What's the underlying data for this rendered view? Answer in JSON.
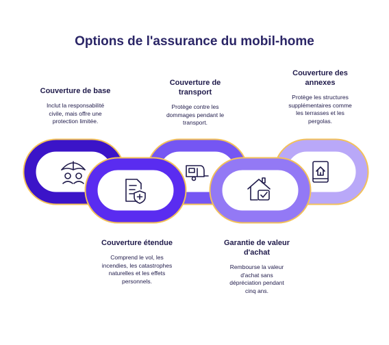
{
  "title": "Options de l'assurance du mobil-home",
  "items": [
    {
      "title": "Couverture de base",
      "description": "Inclut la responsabilité\ncivile, mais offre une\nprotection limitée.",
      "icon": "umbrella-family-icon",
      "color": "#3b14c8"
    },
    {
      "title": "Couverture étendue",
      "description": "Comprend le vol, les\nincendies, les catastrophes\nnaturelles et les effets\npersonnels.",
      "icon": "document-shield-icon",
      "color": "#5a2cf0"
    },
    {
      "title": "Couverture de\ntransport",
      "description": "Protège contre les\ndommages pendant le\ntransport.",
      "icon": "caravan-icon",
      "color": "#7556f3"
    },
    {
      "title": "Garantie de valeur\nd'achat",
      "description": "Rembourse la valeur\nd'achat sans\ndépréciation pendant\ncinq ans.",
      "icon": "house-check-icon",
      "color": "#9379f5"
    },
    {
      "title": "Couverture des\nannexes",
      "description": "Protège les structures\nsupplémentaires comme\nles terrasses et les\npergolas.",
      "icon": "house-book-icon",
      "color": "#b9a8f8"
    }
  ]
}
